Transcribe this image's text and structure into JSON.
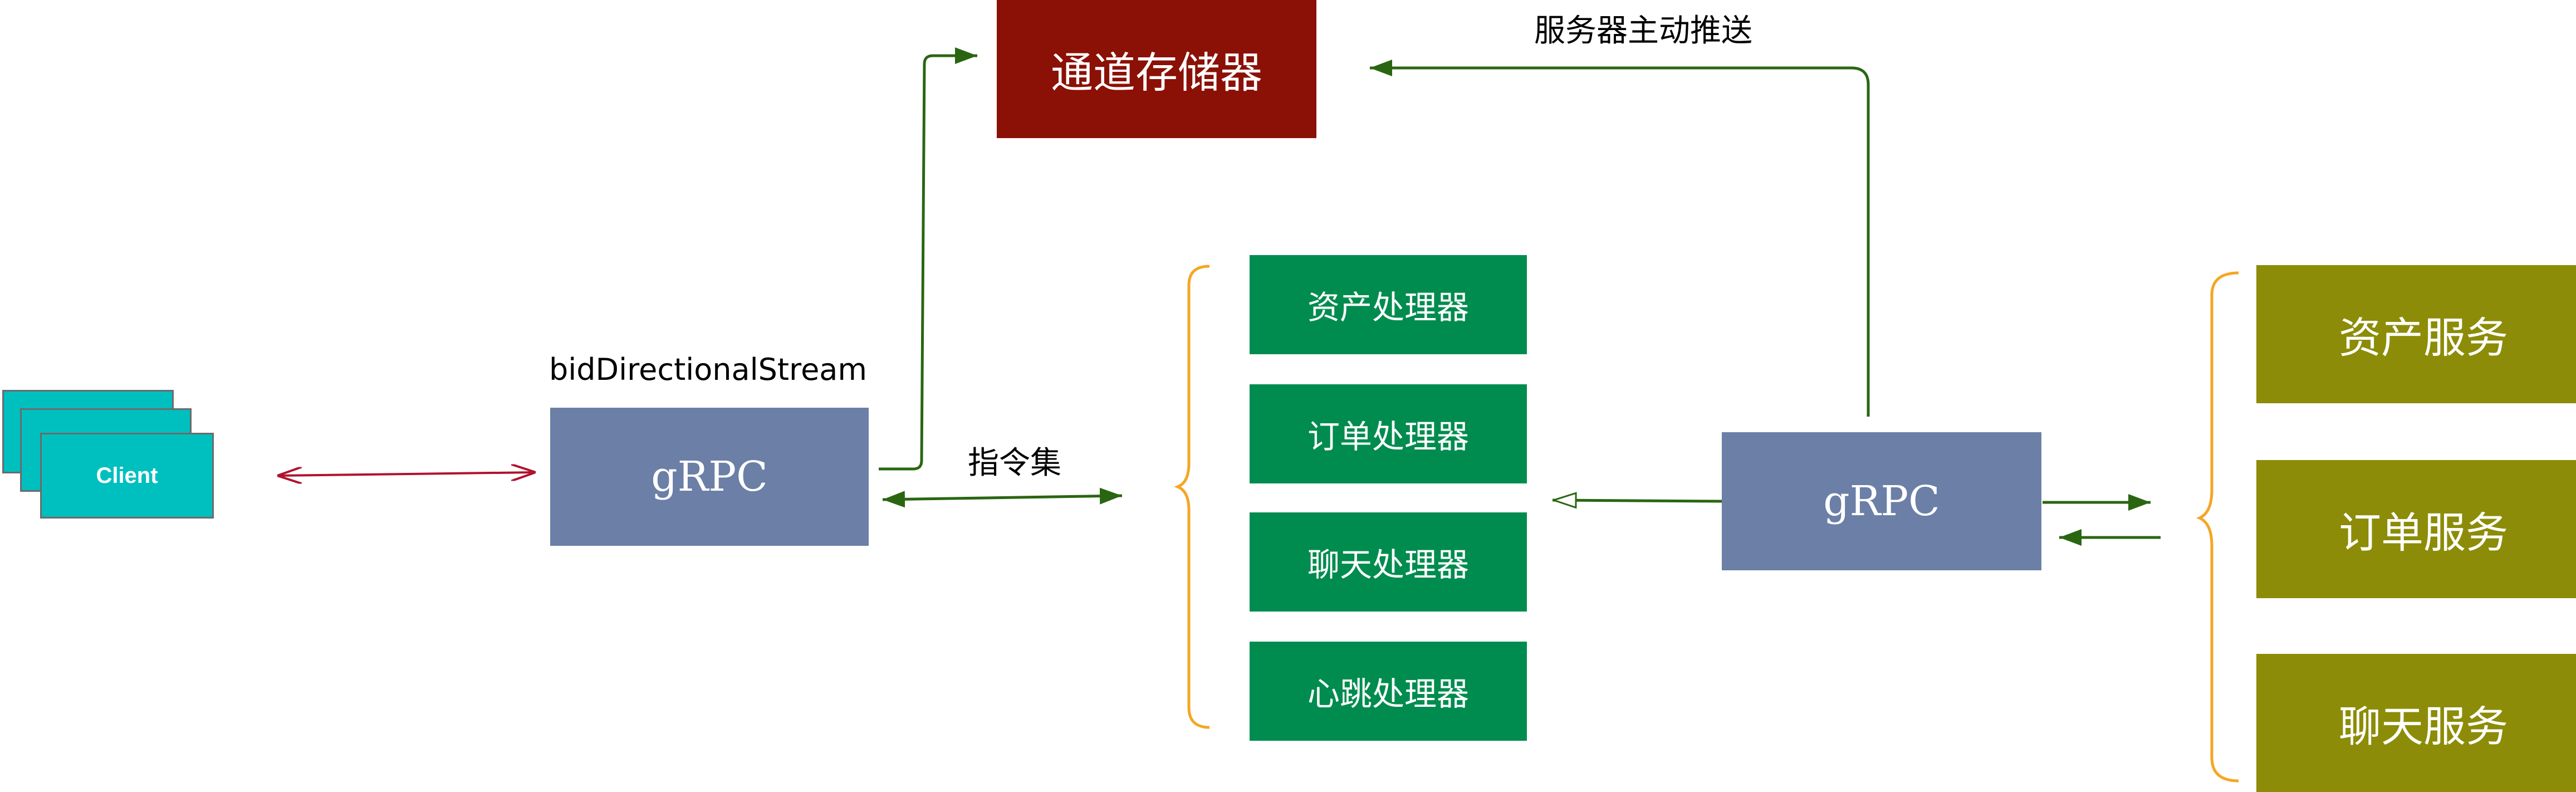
{
  "client": {
    "label": "Client"
  },
  "grpc_left": {
    "label": "gRPC",
    "caption": "bidDirectionalStream"
  },
  "grpc_right": {
    "label": "gRPC"
  },
  "channel_store": {
    "label": "通道存储器"
  },
  "instruction_set_label": "指令集",
  "server_push_label": "服务器主动推送",
  "processors": [
    {
      "label": "资产处理器"
    },
    {
      "label": "订单处理器"
    },
    {
      "label": "聊天处理器"
    },
    {
      "label": "心跳处理器"
    }
  ],
  "services": [
    {
      "label": "资产服务"
    },
    {
      "label": "订单服务"
    },
    {
      "label": "聊天服务"
    }
  ],
  "colors": {
    "client": "#00bfbf",
    "grpc": "#6b7fa7",
    "channel_store": "#8b1005",
    "processor": "#008c4f",
    "service": "#8c8c08",
    "arrow_green": "#2a6612",
    "arrow_red": "#b0122e",
    "brace": "#f5a623"
  }
}
